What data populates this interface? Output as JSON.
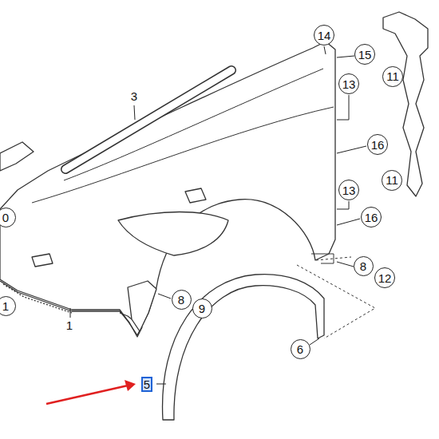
{
  "diagram": {
    "nodes": [
      {
        "text": [
          "14"
        ]
      },
      {
        "text": [
          "15"
        ]
      },
      {
        "text": [
          "13"
        ]
      },
      {
        "text": [
          "11"
        ]
      },
      {
        "text": [
          "16"
        ]
      },
      {
        "text": [
          "0"
        ]
      },
      {
        "text": [
          "13"
        ]
      },
      {
        "text": [
          "11"
        ]
      },
      {
        "text": [
          "16"
        ]
      },
      {
        "text": [
          "8"
        ]
      },
      {
        "text": [
          "12"
        ]
      },
      {
        "text": [
          "8"
        ]
      },
      {
        "text": [
          "9"
        ]
      },
      {
        "text": [
          "1"
        ]
      },
      {
        "text": [
          "6"
        ]
      },
      {
        "text": [
          "5"
        ]
      }
    ],
    "labels": [
      "3",
      "1"
    ]
  }
}
